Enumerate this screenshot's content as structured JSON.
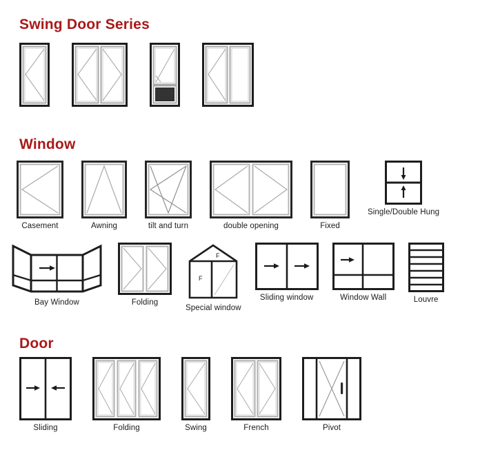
{
  "page": {
    "accent_color": "#A81919",
    "background": "#ffffff",
    "frame_dark": "#1a1a1a",
    "sash_gray": "#9a9a9a"
  },
  "sections": [
    {
      "id": "swing-door-series",
      "title": "Swing Door Series",
      "items": [
        {
          "name": "single-swing-door",
          "caption": "",
          "leaves": 1,
          "icon": "door-swing-single"
        },
        {
          "name": "double-swing-door",
          "caption": "",
          "leaves": 2,
          "icon": "door-swing-double"
        },
        {
          "name": "swing-door-with-pet-panel",
          "caption": "",
          "leaves": 1,
          "icon": "door-swing-panel"
        },
        {
          "name": "swing-door-with-fixed-lite",
          "caption": "",
          "leaves": 2,
          "icon": "door-swing-fixed"
        }
      ]
    },
    {
      "id": "window",
      "title": "Window",
      "rows": [
        {
          "items": [
            {
              "name": "casement-window",
              "caption": "Casement",
              "icon": "window-casement"
            },
            {
              "name": "awning-window",
              "caption": "Awning",
              "icon": "window-awning"
            },
            {
              "name": "tilt-and-turn-window",
              "caption": "tilt and turn",
              "icon": "window-tilt-turn"
            },
            {
              "name": "double-opening-window",
              "caption": "double opening",
              "icon": "window-double-opening"
            },
            {
              "name": "fixed-window",
              "caption": "Fixed",
              "icon": "window-fixed"
            },
            {
              "name": "single-double-hung-window",
              "caption": "Single/Double Hung",
              "icon": "window-hung",
              "arrows": [
                "down",
                "up"
              ]
            }
          ]
        },
        {
          "items": [
            {
              "name": "bay-window",
              "caption": "Bay Window",
              "icon": "window-bay",
              "arrows": [
                "right"
              ]
            },
            {
              "name": "folding-window",
              "caption": "Folding",
              "icon": "window-folding"
            },
            {
              "name": "special-window",
              "caption": "Special window",
              "icon": "window-special",
              "labels": [
                "F",
                "F"
              ]
            },
            {
              "name": "sliding-window",
              "caption": "Sliding window",
              "icon": "window-sliding",
              "arrows": [
                "right",
                "right"
              ]
            },
            {
              "name": "window-wall",
              "caption": "Window Wall",
              "icon": "window-wall",
              "arrows": [
                "right"
              ]
            },
            {
              "name": "louvre-window",
              "caption": "Louvre",
              "icon": "window-louvre",
              "slats": 7
            }
          ]
        }
      ]
    },
    {
      "id": "door",
      "title": "Door",
      "rows": [
        {
          "items": [
            {
              "name": "sliding-door",
              "caption": "Sliding",
              "icon": "door-sliding",
              "arrows": [
                "right",
                "left"
              ]
            },
            {
              "name": "folding-door",
              "caption": "Folding",
              "icon": "door-folding",
              "leaves": 3
            },
            {
              "name": "swing-door",
              "caption": "Swing",
              "icon": "door-swing",
              "leaves": 1
            },
            {
              "name": "french-door",
              "caption": "French",
              "icon": "door-french",
              "leaves": 2
            },
            {
              "name": "pivot-door",
              "caption": "Pivot",
              "icon": "door-pivot"
            }
          ]
        }
      ]
    }
  ]
}
